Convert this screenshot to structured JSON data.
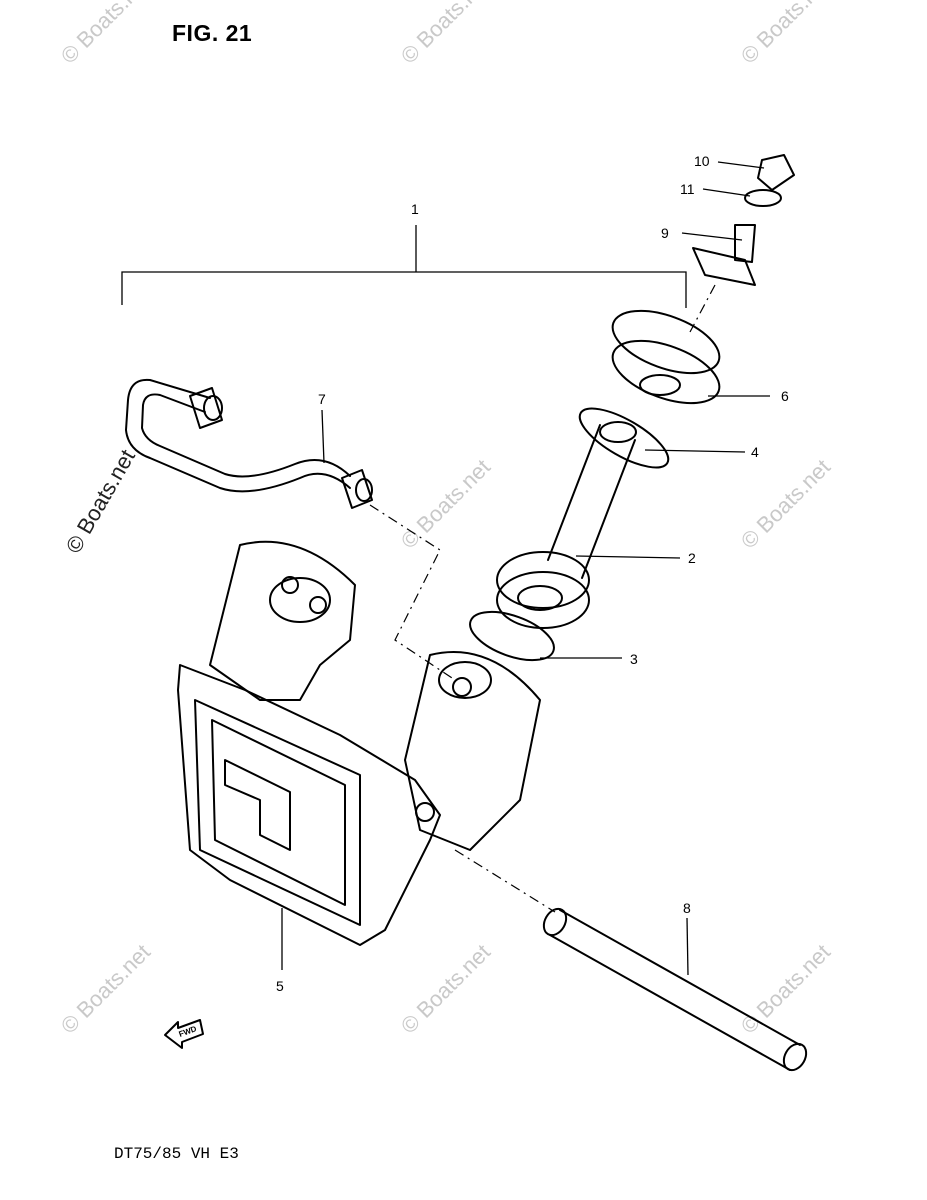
{
  "figure": {
    "title": "FIG. 21",
    "model_label": "DT75/85 VH E3"
  },
  "watermark": {
    "text": "© Boats.net"
  },
  "callouts": [
    {
      "id": "1",
      "label": "1"
    },
    {
      "id": "2",
      "label": "2"
    },
    {
      "id": "3",
      "label": "3"
    },
    {
      "id": "4",
      "label": "4"
    },
    {
      "id": "5",
      "label": "5"
    },
    {
      "id": "6",
      "label": "6"
    },
    {
      "id": "7",
      "label": "7"
    },
    {
      "id": "8",
      "label": "8"
    },
    {
      "id": "9",
      "label": "9"
    },
    {
      "id": "10",
      "label": "10"
    },
    {
      "id": "11",
      "label": "11"
    }
  ],
  "fwd_marker": {
    "text": "FWD"
  }
}
